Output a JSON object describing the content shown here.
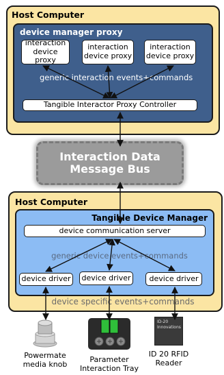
{
  "top_host": {
    "label": "Host Computer"
  },
  "proxy": {
    "label": "device manager proxy",
    "boxes": [
      "interaction device proxy",
      "interaction device proxy",
      "interaction device proxy"
    ],
    "events_note": "generic interaction events+commands",
    "controller": "Tangible Interactor Proxy Controller"
  },
  "bus": {
    "label": "Interaction Data Message Bus"
  },
  "bottom_host": {
    "label": "Host Computer"
  },
  "manager": {
    "label": "Tangible Device Manager",
    "server": "device communication server",
    "events_note": "generic device events+commands",
    "drivers": [
      "device driver",
      "device driver",
      "device driver"
    ]
  },
  "specific_note": "device specific events+commands",
  "devices": [
    {
      "label": "Powermate media knob",
      "icon": "knob-icon"
    },
    {
      "label": "Parameter Interaction Tray",
      "icon": "tray-icon"
    },
    {
      "label": "ID 20 RFID Reader",
      "icon": "rfid-reader-icon",
      "device_text": "ID-20 Innovations"
    }
  ],
  "colors": {
    "host": "#fbe5a3",
    "proxy": "#3f5f8c",
    "manager": "#8cbcf4",
    "bus": "#9b9b9b",
    "tray_green": "#2fbf3a"
  }
}
